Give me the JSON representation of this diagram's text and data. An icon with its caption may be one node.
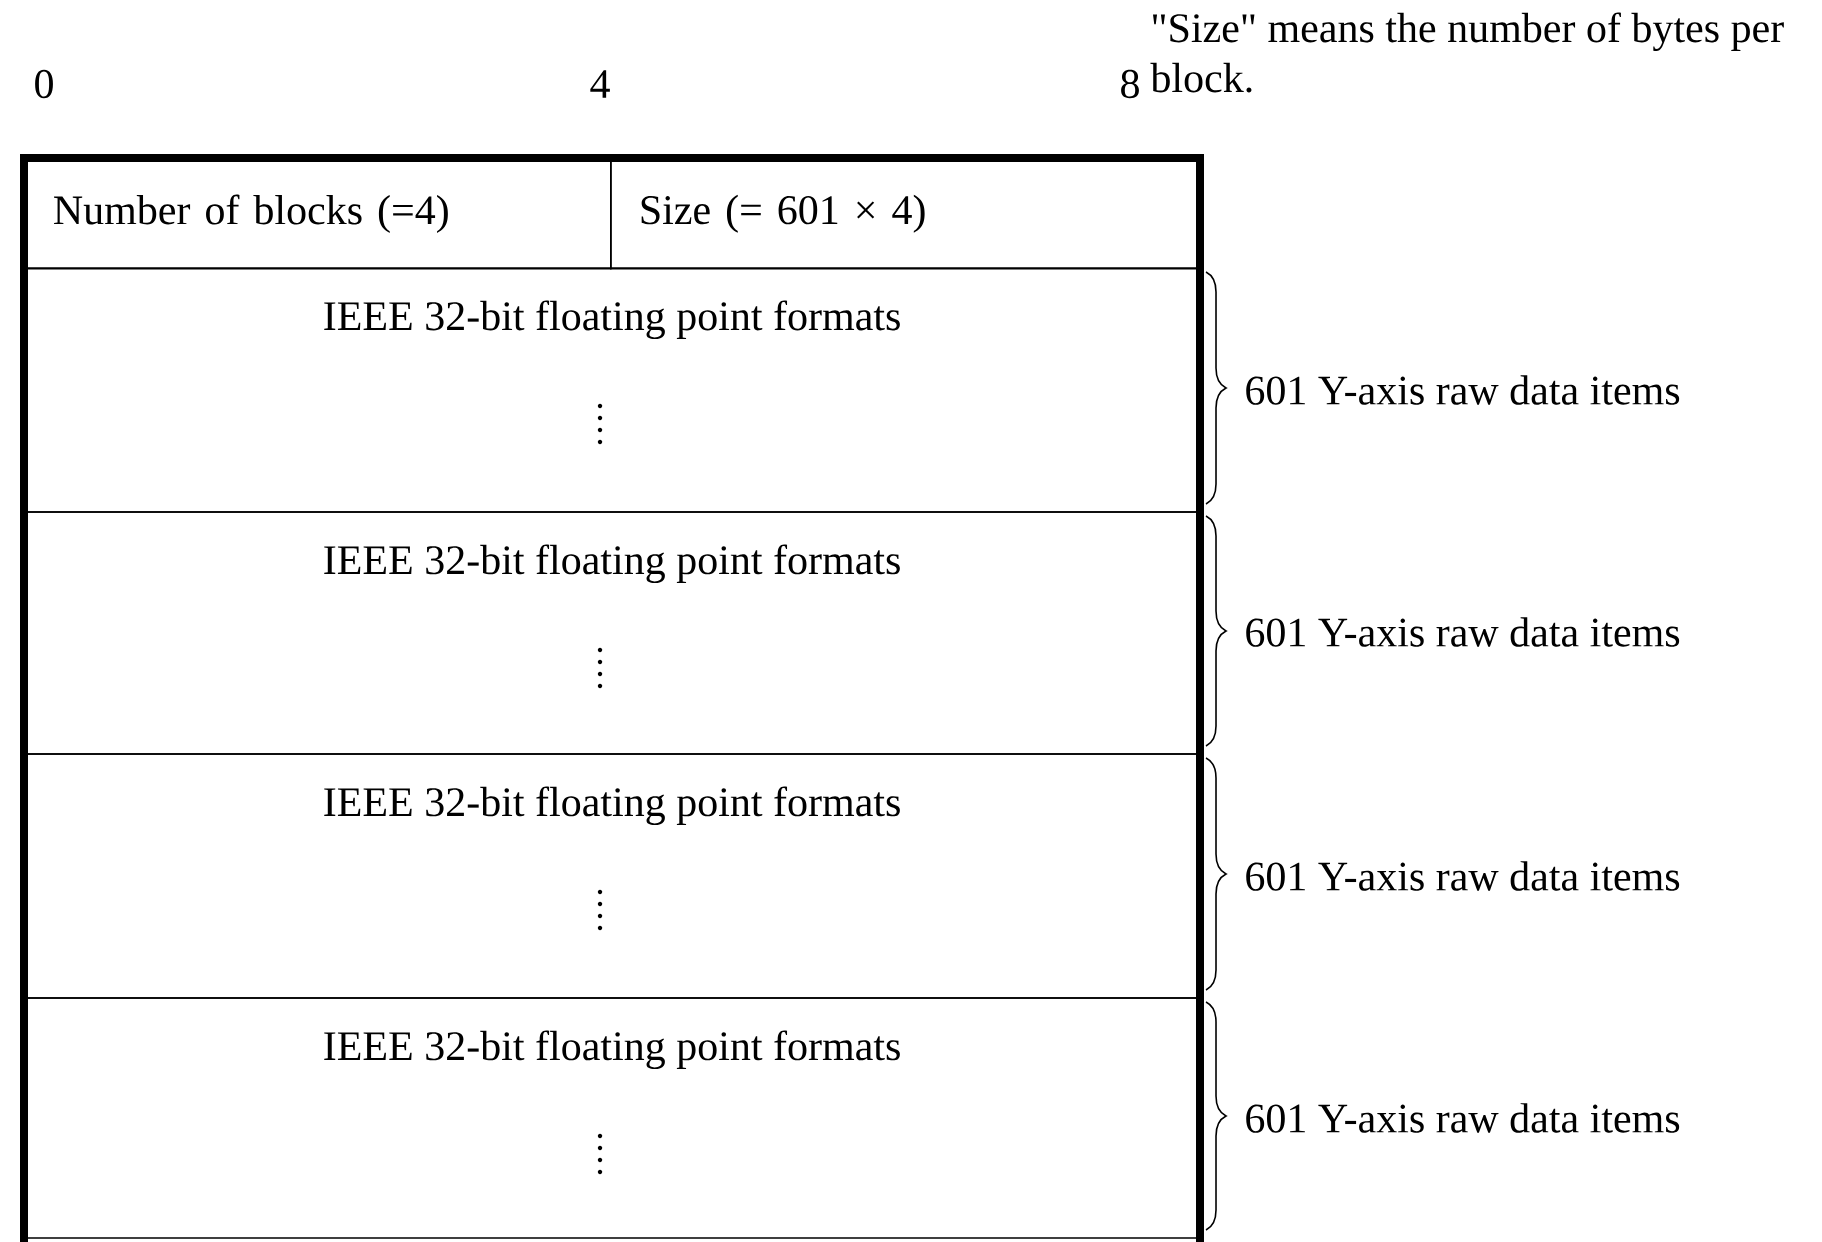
{
  "diagram": {
    "nodes": [
      {
        "text": [
          "Number of blocks (=4)"
        ]
      },
      {
        "text": [
          "Size (= 601 × 4)"
        ]
      },
      {
        "text": [
          "IEEE 32-bit floating point formats"
        ],
        "beside": [
          "601 Y-axis raw data items"
        ]
      },
      {
        "text": [
          "IEEE 32-bit floating point formats"
        ],
        "beside": [
          "601 Y-axis raw data items"
        ]
      },
      {
        "text": [
          "IEEE 32-bit floating point formats"
        ],
        "beside": [
          "601 Y-axis raw data items"
        ]
      },
      {
        "text": [
          "IEEE 32-bit floating point formats"
        ],
        "beside": [
          "601 Y-axis raw data items"
        ]
      }
    ],
    "labels": [
      "0",
      "4",
      "8",
      "\"Size\" means the number of bytes per block."
    ]
  }
}
